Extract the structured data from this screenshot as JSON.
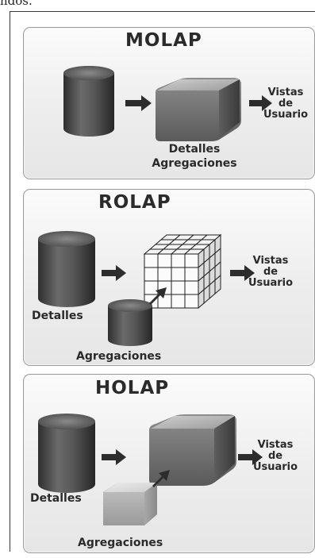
{
  "page_fragment": "ndos.",
  "panels": {
    "molap": {
      "title": "MOLAP",
      "views": [
        "Vistas",
        "de",
        "Usuario"
      ],
      "labels": [
        "Detalles",
        "Agregaciones"
      ]
    },
    "rolap": {
      "title": "ROLAP",
      "views": [
        "Vistas",
        "de",
        "Usuario"
      ],
      "details": "Detalles",
      "aggregations": "Agregaciones"
    },
    "holap": {
      "title": "HOLAP",
      "views": [
        "Vistas",
        "de",
        "Usuario"
      ],
      "details": "Detalles",
      "aggregations": "Agregaciones"
    }
  },
  "colors": {
    "shape_dark": "#3d3d3d",
    "shape_light": "#9a9a9a",
    "text": "#2a2a2a"
  }
}
